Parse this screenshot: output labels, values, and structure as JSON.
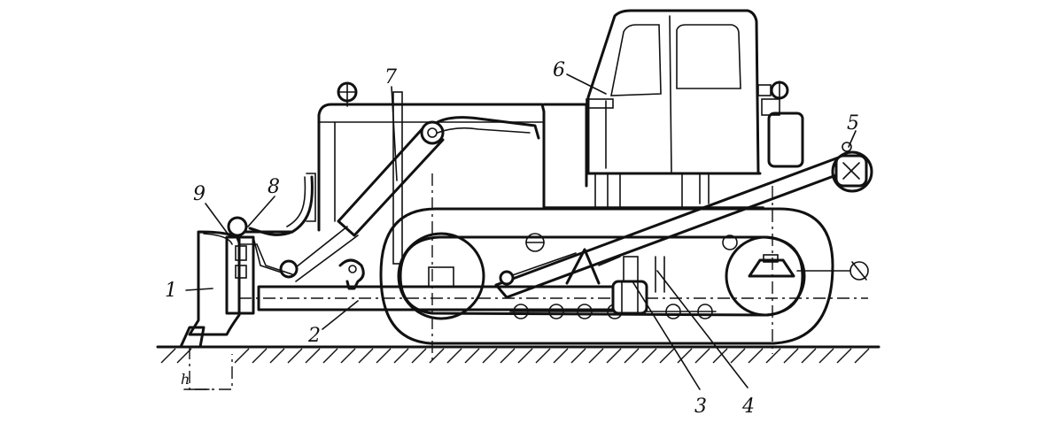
{
  "callouts": [
    {
      "id": "1",
      "label": "1"
    },
    {
      "id": "2",
      "label": "2"
    },
    {
      "id": "3",
      "label": "3"
    },
    {
      "id": "4",
      "label": "4"
    },
    {
      "id": "5",
      "label": "5"
    },
    {
      "id": "6",
      "label": "6"
    },
    {
      "id": "7",
      "label": "7"
    },
    {
      "id": "8",
      "label": "8"
    },
    {
      "id": "9",
      "label": "9"
    }
  ],
  "depth_mark": "h"
}
